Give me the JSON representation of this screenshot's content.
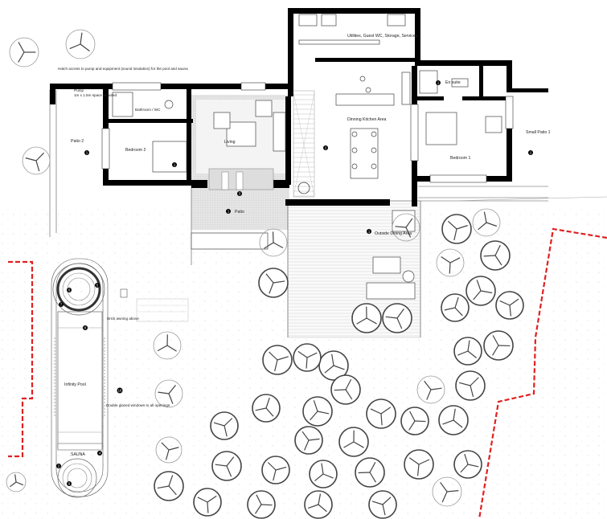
{
  "rooms": {
    "utilities": "Utilities, Guest WC, Storage, Services",
    "hatch_note": "Hatch access to pump and equipment (sound insulation) for the pool and sauna",
    "pump": "Pump",
    "pump_note": "1m x 1.5m space required",
    "bathroom": "Bathroom / WC",
    "bedroom2": "Bedroom 2",
    "patio2": "Patio 2",
    "living": "Living",
    "dining_kitchen": "Dinning Kitchen Area",
    "ensuite": "En suite",
    "bedroom1": "Bedroom 1",
    "small_patio": "Small Patio 1",
    "patio": "Patio",
    "outside_dining": "Outside Dining Area",
    "brick_awning": "Brick awning above",
    "infinity_pool": "Infinity Pool",
    "double_glazed": "Double glazed windows to all openings",
    "sauna": "SAUNA"
  },
  "markers": {
    "m1": "1",
    "m2": "2",
    "m3": "3",
    "m4": "4",
    "m5": "5",
    "m6": "6",
    "m7": "7",
    "m8": "8",
    "m9": "9",
    "m10": "10"
  },
  "colors": {
    "wall": "#000000",
    "boundary": "#e02020",
    "patio_fill": "#eeeeee"
  }
}
